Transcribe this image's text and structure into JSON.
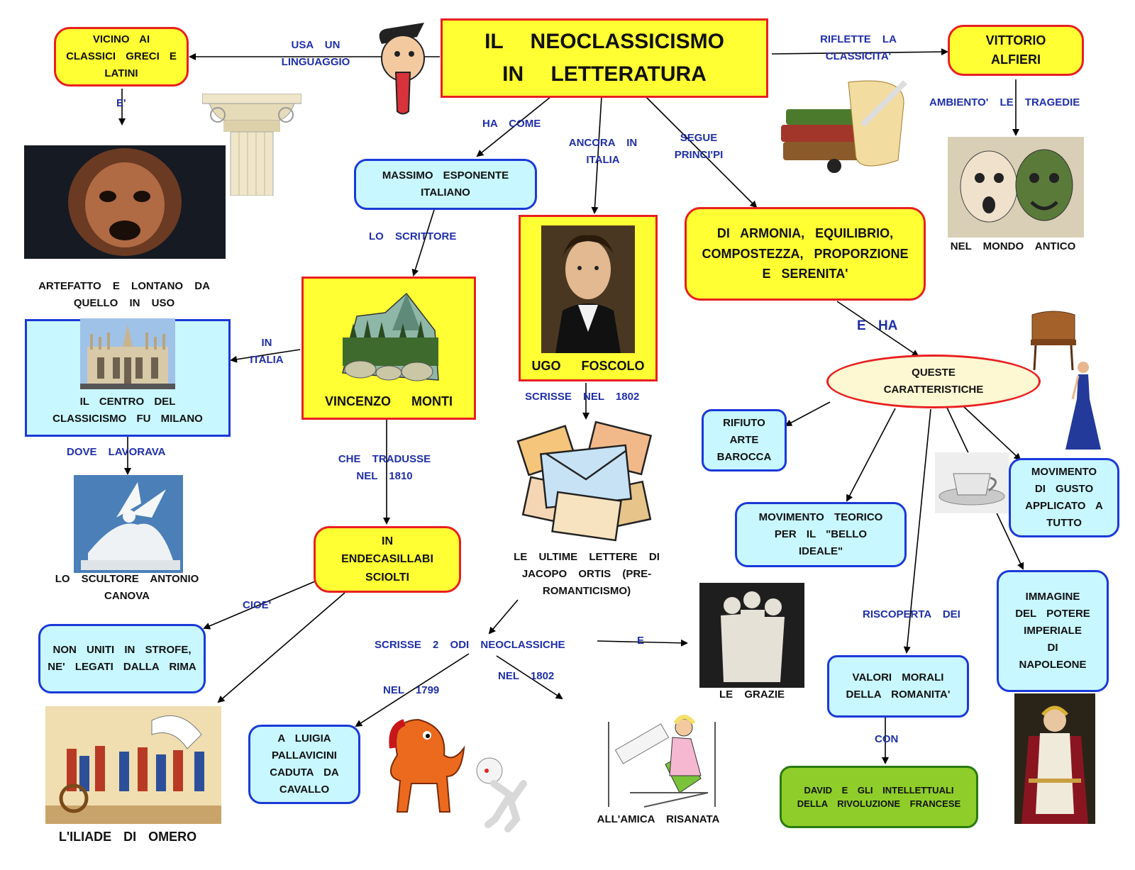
{
  "title": "IL NEOCLASSICISMO IN LETTERATURA",
  "nodes": {
    "vicino": "VICINO AI CLASSICI GRECI E LATINI",
    "alfieri": "VITTORIO ALFIERI",
    "monti_esp": "MASSIMO ESPONENTE ITALIANO",
    "armonia": "DI ARMONIA, EQUILIBRIO, COMPOSTEZZA, PROPORZIONE E SERENITA'",
    "milano": "IL CENTRO DEL CLASSICISMO FU MILANO",
    "monti": "VINCENZO MONTI",
    "foscolo": "UGO FOSCOLO",
    "caratteristiche": "QUESTE CARATTERISTICHE",
    "rifiuto": "RIFIUTO ARTE BAROCCA",
    "gusto": "MOVIMENTO DI GUSTO APPLICATO A TUTTO",
    "teorico": "MOVIMENTO TEORICO PER IL \"BELLO IDEALE\"",
    "napoleone": "IMMAGINE DEL POTERE IMPERIALE DI NAPOLEONE",
    "endecasillabi": "IN ENDECASILLABI SCIOLTI",
    "non_uniti": "NON UNITI IN STROFE, NE' LEGATI DALLA RIMA",
    "valori": "VALORI MORALI DELLA ROMANITA'",
    "pallavicini": "A LUIGIA PALLAVICINI CADUTA DA CAVALLO",
    "david": "DAVID E GLI INTELLETTUALI DELLA RIVOLUZIONE FRANCESE"
  },
  "labels": {
    "usa": "USA UN LINGUAGGIO",
    "riflette": "RIFLETTE LA CLASSICITA'",
    "e_acc": "E'",
    "ambiento": "AMBIENTO' LE TRAGEDIE",
    "ha_come": "HA COME",
    "ancora": "ANCORA IN ITALIA",
    "segue": "SEGUE PRINCI'PI",
    "scrittore": "LO SCRITTORE",
    "e_ha": "E HA",
    "in_italia": "IN ITALIA",
    "scrisse1802": "SCRISSE NEL 1802",
    "dove": "DOVE LAVORAVA",
    "tradusse": "CHE TRADUSSE NEL 1810",
    "cioe": "CIOE'",
    "riscoperta": "RISCOPERTA DEI",
    "odi": "SCRISSE 2 ODI NEOCLASSICHE",
    "e_small": "E",
    "nel1799": "NEL 1799",
    "nel1802": "NEL 1802",
    "con": "CON"
  },
  "captions": {
    "mondo": "NEL MONDO ANTICO",
    "artefatto": "ARTEFATTO E LONTANO DA QUELLO IN USO",
    "canova": "LO SCULTORE ANTONIO CANOVA",
    "ortis": "LE ULTIME LETTERE DI JACOPO ORTIS (PRE-ROMANTICISMO)",
    "grazie": "LE GRAZIE",
    "iliade": "L'ILIADE DI OMERO",
    "amica": "ALL'AMICA RISANATA"
  },
  "icons": [
    "mask-image",
    "column-capital-image",
    "books-scroll-image",
    "tragedy-masks-image",
    "portrait-foscolo-image",
    "mountain-image",
    "cathedral-image",
    "cupid-psyche-statue-image",
    "letters-image",
    "three-graces-statue-image",
    "desk-image",
    "woman-dress-image",
    "teacup-image",
    "iliad-image",
    "horse-image",
    "falling-figure-image",
    "sick-friend-image",
    "napoleon-image",
    "cartoon-face-image"
  ],
  "colors": {
    "yellow": "#ffff33",
    "red_border": "#e82020",
    "cyan": "#c8f7ff",
    "blue_border": "#1a39d8",
    "label_blue": "#1f2fa8",
    "green": "#8fce2a"
  }
}
